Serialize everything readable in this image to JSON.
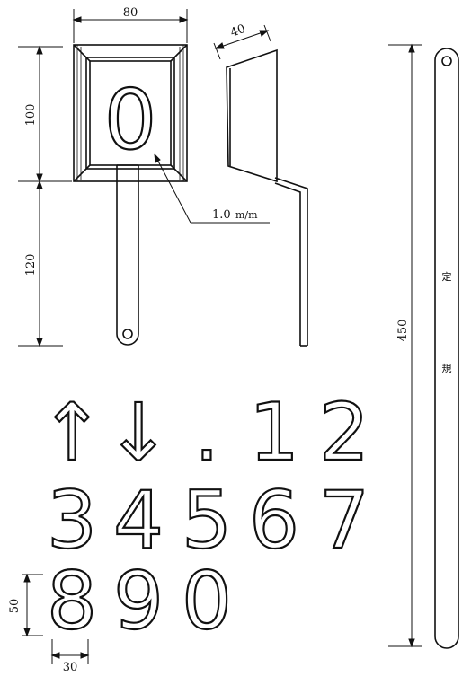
{
  "dimensions": {
    "plate_width": "80",
    "side_width": "40",
    "plate_height": "100",
    "handle_length": "120",
    "ruler_length": "450",
    "char_height": "50",
    "char_width": "30"
  },
  "plate_thickness_label": "1.0",
  "plate_thickness_unit": "m/m",
  "plate_character": "0",
  "ruler_label": [
    "定",
    "規"
  ],
  "stencil_rows": [
    [
      "↑",
      "↓",
      ".",
      "1",
      "2"
    ],
    [
      "3",
      "4",
      "5",
      "6",
      "7"
    ],
    [
      "8",
      "9",
      "0"
    ]
  ]
}
